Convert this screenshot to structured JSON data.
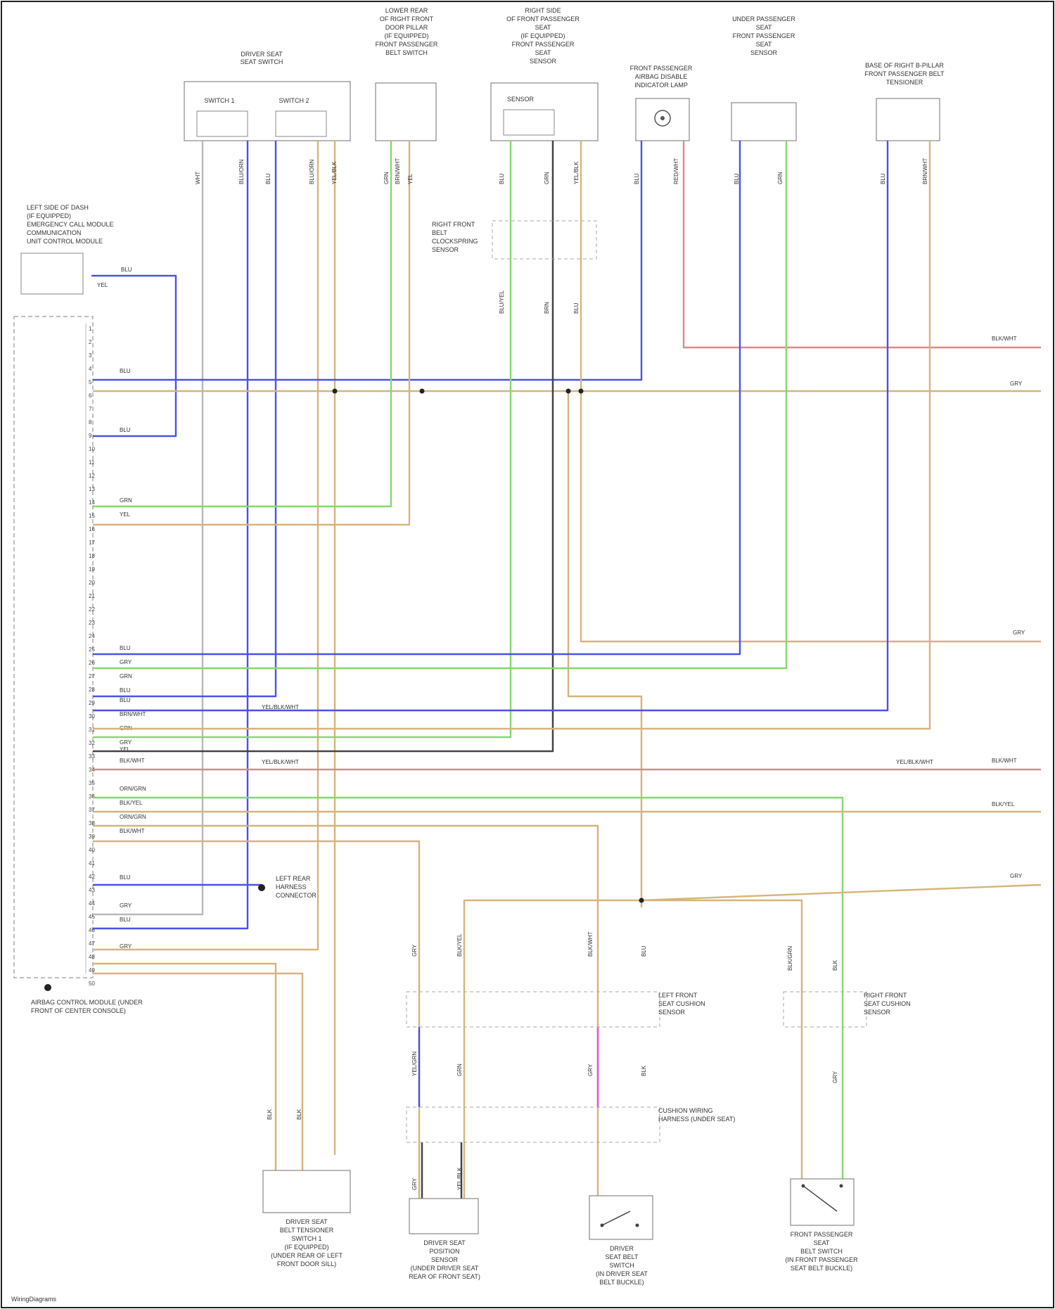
{
  "colors": {
    "blue": "#4a52e6",
    "green": "#86d86a",
    "tan": "#d6b47a",
    "red": "#d98a8a",
    "gray": "#b8b8b8",
    "magenta": "#e84fe0",
    "dark": "#444444"
  },
  "components": {
    "driver_seat_switch": {
      "title": [
        "DRIVER SEAT",
        "SEAT SWITCH"
      ],
      "sub1": "SWITCH 1",
      "sub2": "SWITCH 2"
    },
    "lower_rear": {
      "title": [
        "LOWER REAR",
        "OF RIGHT FRONT",
        "DOOR PILLAR",
        "(IF EQUIPPED)",
        "FRONT PASSENGER",
        "BELT SWITCH"
      ]
    },
    "right_side": {
      "title": [
        "RIGHT SIDE",
        "OF FRONT PASSENGER",
        "SEAT",
        "(IF EQUIPPED)",
        "FRONT PASSENGER",
        "SEAT",
        "SENSOR"
      ],
      "inner": "SENSOR"
    },
    "front_passenger_lamp": {
      "title": [
        "FRONT PASSENGER",
        "AIRBAG DISABLE",
        "INDICATOR LAMP"
      ]
    },
    "under_passenger_seat": {
      "title": [
        "UNDER PASSENGER",
        "SEAT",
        "FRONT PASSENGER",
        "SEAT",
        "SENSOR"
      ]
    },
    "base_pillar": {
      "title": [
        "BASE OF RIGHT B-PILLAR",
        "FRONT PASSENGER BELT",
        "TENSIONER"
      ]
    },
    "emergency_module": {
      "title": [
        "LEFT SIDE OF DASH",
        "(IF EQUIPPED)",
        "EMERGENCY CALL MODULE",
        "COMMUNICATION",
        "UNIT CONTROL MODULE"
      ]
    },
    "airbag_module": {
      "title": [
        "AIRBAG CONTROL MODULE (UNDER",
        "FRONT OF CENTER CONSOLE)"
      ]
    },
    "rear_harness_cap": {
      "title": [
        "LEFT REAR",
        "HARNESS",
        "CONNECTOR"
      ]
    },
    "right_front_cap": {
      "title": [
        "RIGHT FRONT",
        "BELT",
        "CLOCKSPRING",
        "SENSOR"
      ]
    },
    "left_front_cap": {
      "title": [
        "LEFT FRONT",
        "SEAT CUSHION",
        "SENSOR"
      ]
    },
    "cushion_wiring": {
      "title": [
        "CUSHION WIRING",
        "HARNESS (UNDER SEAT)"
      ]
    },
    "right_front_cushion": {
      "title": [
        "RIGHT FRONT",
        "SEAT CUSHION",
        "SENSOR"
      ]
    },
    "driver_seat_belt_tensioner": {
      "title": [
        "DRIVER SEAT",
        "BELT TENSIONER",
        "SWITCH 1",
        "(IF EQUIPPED)",
        "(UNDER REAR OF LEFT",
        "FRONT DOOR SILL)"
      ]
    },
    "driver_seat_position": {
      "title": [
        "DRIVER SEAT",
        "POSITION",
        "SENSOR",
        "(UNDER DRIVER SEAT",
        "REAR OF FRONT SEAT)"
      ]
    },
    "driver_belt_switch": {
      "title": [
        "DRIVER",
        "SEAT BELT",
        "SWITCH",
        "(IN DRIVER SEAT",
        "BELT BUCKLE)"
      ]
    },
    "front_pass_belt_switch": {
      "title": [
        "FRONT PASSENGER",
        "SEAT",
        "BELT SWITCH",
        "(IN FRONT PASSENGER",
        "SEAT BELT BUCKLE)"
      ]
    }
  },
  "wire_codes": {
    "w1": "WHT",
    "w2": "BLU/ORN",
    "w3": "BLU",
    "w4": "BLU/ORN",
    "w5": "YEL/BLK",
    "w6": "GRN",
    "w7": "BRN/WHT",
    "w8": "YEL",
    "w9": "BLU",
    "w10": "GRN",
    "w11": "YEL/BLK",
    "w12": "BLU",
    "w13": "RED/WHT",
    "w14": "BLU",
    "w15": "GRN",
    "w16": "BLU",
    "w17": "BRN/WHT",
    "bus1": "BLK/WHT",
    "bus2": "GRY",
    "bus3": "GRY",
    "bus4": "BLK/WHT",
    "bus5": "BLK/YEL",
    "bus6": "GRY",
    "mod_a": "BLU",
    "mod_b": "YEL",
    "lc1": "BLU",
    "lc2": "BLU",
    "lc3": "GRN",
    "lc4": "YEL",
    "lc5": "BLU",
    "lc6": "GRY",
    "lc7": "GRN",
    "lc8": "BLU",
    "lc9": "BLU",
    "lc10": "BRN/WHT",
    "lc11": "GRN",
    "lc12": "GRY",
    "lc13": "YEL",
    "lc14": "BLK/WHT",
    "lc15": "ORN/GRN",
    "lc16": "BLK/YEL",
    "lc17": "ORN/GRN",
    "lc18": "BLK/WHT",
    "lc19": "BLU",
    "lc20": "GRY",
    "lc21": "BLU",
    "lc22": "GRY",
    "mid1": "YEL/BLK/WHT",
    "mid2": "YEL/BLK/WHT",
    "mid3": "YEL/BLK/WHT",
    "b1": "BLU/YEL",
    "b2": "BRN",
    "b3": "BLU",
    "b4": "BLK",
    "b5": "BLK",
    "b6": "GRY",
    "b7": "BLK/YEL",
    "b8": "YEL/GRN",
    "b9": "GRN",
    "b10": "BLK/WHT",
    "b11": "BLU",
    "b12": "GRY",
    "b13": "BLK",
    "b14": "GRY",
    "b15": "YEL/BLK",
    "b16": "BLK/GRN",
    "b17": "BLK",
    "b18": "GRY"
  },
  "footer": "WiringDiagrams"
}
